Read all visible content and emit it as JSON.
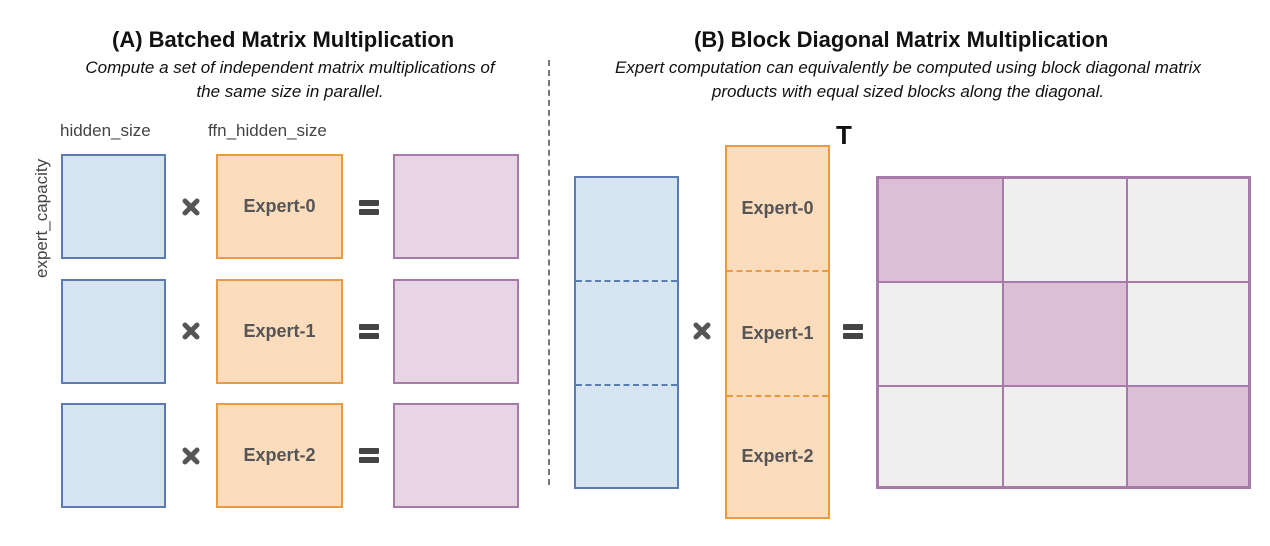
{
  "panel_a": {
    "title": "(A) Batched Matrix Multiplication",
    "subtitle_line1": "Compute a set of independent matrix multiplications of",
    "subtitle_line2": "the same size in parallel.",
    "col_label_left": "hidden_size",
    "col_label_mid": "ffn_hidden_size",
    "row_label": "expert_capacity",
    "experts": [
      "Expert-0",
      "Expert-1",
      "Expert-2"
    ]
  },
  "panel_b": {
    "title": "(B) Block Diagonal Matrix Multiplication",
    "subtitle_line1": "Expert computation can equivalently be computed using block diagonal matrix",
    "subtitle_line2": "products with equal sized blocks along the diagonal.",
    "transpose_mark": "T",
    "experts": [
      "Expert-0",
      "Expert-1",
      "Expert-2"
    ]
  },
  "colors": {
    "hidden_fill": "#d7e5f3",
    "hidden_border": "#5b7bb2",
    "expert_fill": "#fbdcbd",
    "expert_border": "#eb9a44",
    "output_fill": "#e7d5e6",
    "output_border": "#a77ba9",
    "diagonal_fill": "#dcbfd6",
    "offdiagonal_fill": "#efefef"
  },
  "icons": {
    "multiply": "multiply-icon",
    "equals": "equals-icon"
  }
}
